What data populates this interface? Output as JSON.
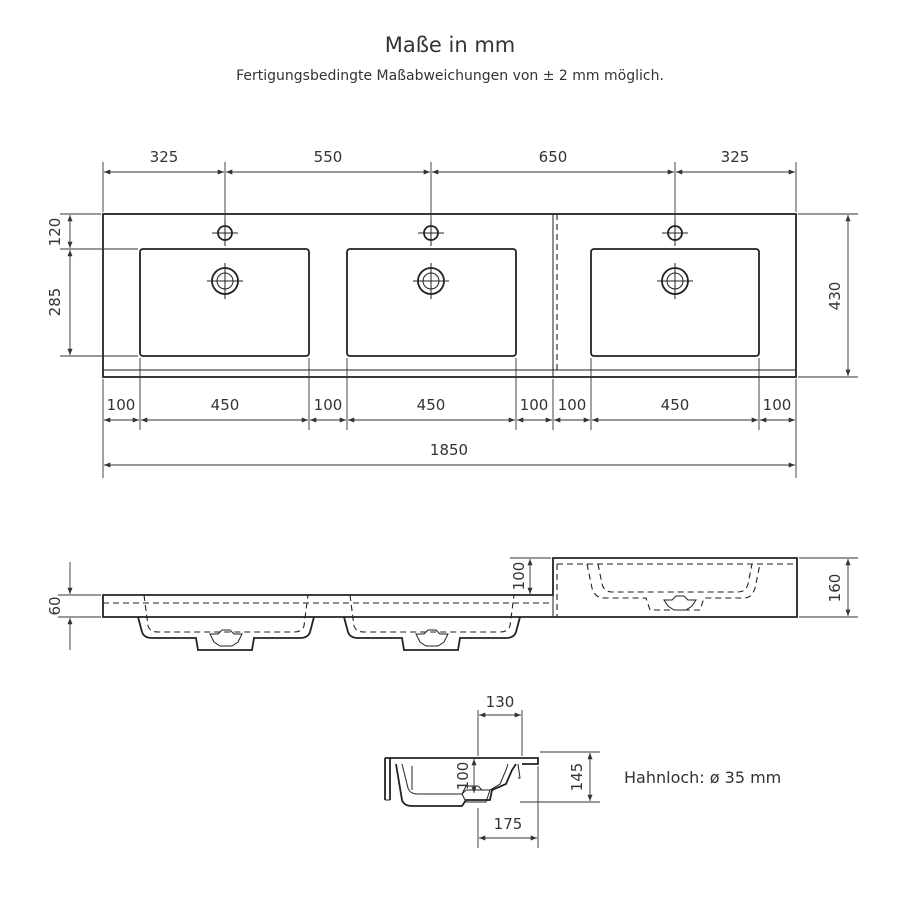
{
  "header": {
    "title": "Maße in mm",
    "subtitle": "Fertigungsbedingte Maßabweichungen von ± 2 mm möglich."
  },
  "top_view": {
    "top_dims": [
      "325",
      "550",
      "650",
      "325"
    ],
    "left_dims": [
      "120",
      "285"
    ],
    "right_dim": "430",
    "bottom_dims": [
      "100",
      "450",
      "100",
      "450",
      "100",
      "100",
      "450",
      "100"
    ],
    "total": "1850"
  },
  "side_view": {
    "left_dim": "60",
    "mid_dim": "100",
    "right_dim": "160"
  },
  "section_view": {
    "top_dim": "130",
    "inner_dim": "100",
    "right_dim": "145",
    "bottom_dim": "175",
    "tap_hole_note": "Hahnloch: ø 35 mm"
  }
}
